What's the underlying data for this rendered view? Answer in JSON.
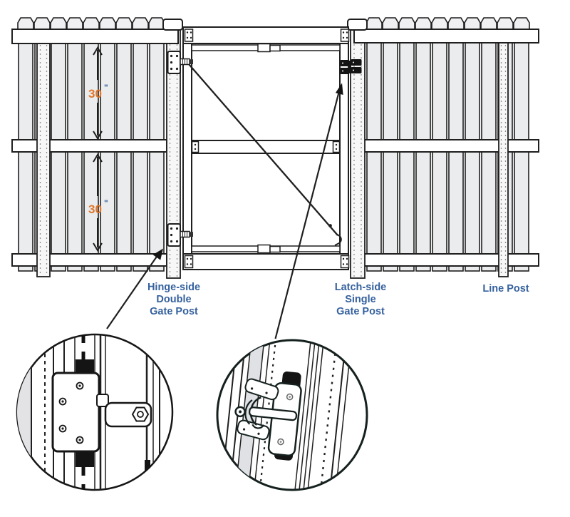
{
  "diagram": {
    "dim_top": {
      "value": "30",
      "unit": "\""
    },
    "dim_bottom": {
      "value": "30",
      "unit": "\""
    },
    "labels": {
      "hinge_post": [
        "Hinge-side",
        "Double",
        "Gate Post"
      ],
      "latch_post": [
        "Latch-side",
        "Single",
        "Gate Post"
      ],
      "line_post": "Line Post"
    },
    "colors": {
      "label_blue": "#35619E",
      "dim_orange": "#E0762A",
      "line_dark": "#1F1F1F",
      "picket_fill": "#EBECEE"
    },
    "callouts": [
      "hinge-detail",
      "latch-detail"
    ]
  }
}
